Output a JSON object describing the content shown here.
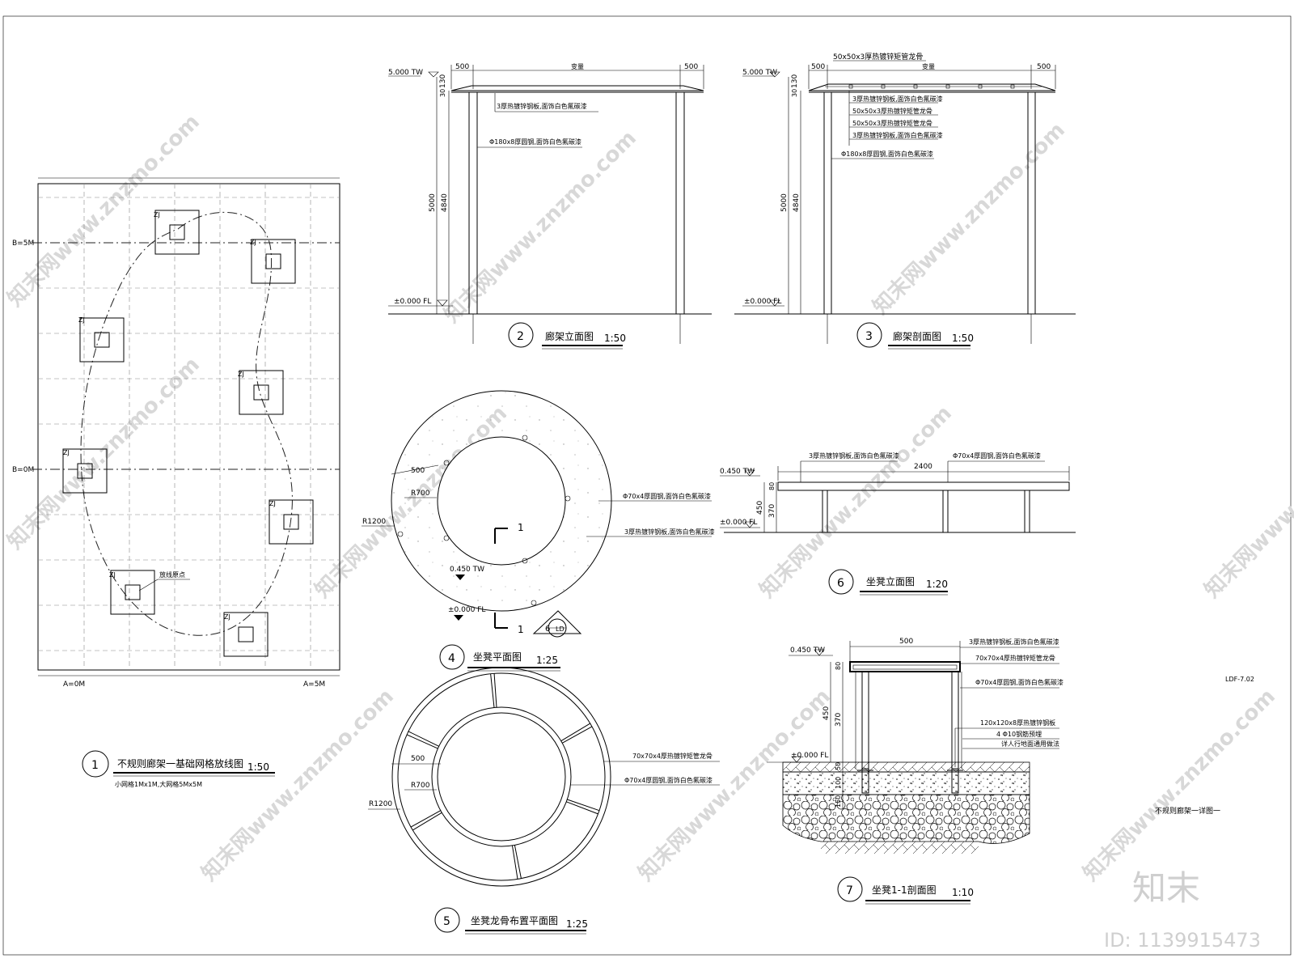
{
  "sheet_code": "LDF-7.02",
  "sheet_title": "不规则廊架一详图一",
  "watermark": {
    "brand": "知末",
    "id_text": "ID: 1139915473",
    "repeat_text": "知末网www.znzmo.com"
  },
  "drawings": {
    "d1": {
      "number": "1",
      "title": "不规则廊架一基础网格放线图",
      "scale": "1:50",
      "note": "小网格1Mx1M,大网格5Mx5M",
      "axis_b5": "B=5M",
      "axis_b0": "B=0M",
      "axis_a0": "A=0M",
      "axis_a5": "A=5M",
      "footing_label": "ZJ",
      "origin_label": "放线原点"
    },
    "d2": {
      "number": "2",
      "title": "廊架立面图",
      "scale": "1:50",
      "level_top": "5.000 TW",
      "level_floor": "±0.000 FL",
      "dim_500": "500",
      "dim_var": "变量",
      "dim_130": "130",
      "dim_30": "30",
      "dim_5000": "5000",
      "dim_4840": "4840",
      "note1": "3厚热镀锌钢板,面饰白色氟碳漆",
      "note2": "Φ180x8厚圆钢,面饰白色氟碳漆"
    },
    "d3": {
      "number": "3",
      "title": "廊架剖面图",
      "scale": "1:50",
      "level_top": "5.000 TW",
      "level_floor": "±0.000 FL",
      "dim_500": "500",
      "dim_var": "变量",
      "dim_130": "130",
      "dim_30": "30",
      "dim_5000": "5000",
      "dim_4840": "4840",
      "note_top": "50x50x3厚热镀锌矩管龙骨",
      "notes": [
        "3厚热镀锌钢板,面饰白色氟碳漆",
        "50x50x3厚热镀锌矩管龙骨",
        "50x50x3厚热镀锌矩管龙骨",
        "3厚热镀锌钢板,面饰白色氟碳漆",
        "Φ180x8厚圆钢,面饰白色氟碳漆"
      ]
    },
    "d4": {
      "number": "4",
      "title": "坐凳平面图",
      "scale": "1:25",
      "dim_500": "500",
      "r700": "R700",
      "r1200": "R1200",
      "level_top": "0.450 TW",
      "level_floor": "±0.000 FL",
      "section_mark": "1",
      "callout_num": "6",
      "callout_ref": "LD",
      "note1": "Φ70x4厚圆钢,面饰白色氟碳漆",
      "note2": "3厚热镀锌钢板,面饰白色氟碳漆"
    },
    "d5": {
      "number": "5",
      "title": "坐凳龙骨布置平面图",
      "scale": "1:25",
      "dim_500": "500",
      "r700": "R700",
      "r1200": "R1200",
      "note1": "70x70x4厚热镀锌矩管龙骨",
      "note2": "Φ70x4厚圆钢,面饰白色氟碳漆"
    },
    "d6": {
      "number": "6",
      "title": "坐凳立面图",
      "scale": "1:20",
      "level_top": "0.450 TW",
      "level_floor": "±0.000 FL",
      "dim_2400": "2400",
      "dim_80": "80",
      "dim_450": "450",
      "dim_370": "370",
      "note1": "3厚热镀锌钢板,面饰白色氟碳漆",
      "note2": "Φ70x4厚圆钢,面饰白色氟碳漆"
    },
    "d7": {
      "number": "7",
      "title": "坐凳1-1剖面图",
      "scale": "1:10",
      "level_top": "0.450 TW",
      "level_floor": "±0.000 FL",
      "dim_500": "500",
      "dim_80": "80",
      "dim_450": "450",
      "dim_370": "370",
      "dim_50": "50",
      "dim_100": "100",
      "dim_150": "150",
      "notes": [
        "3厚热镀锌钢板,面饰白色氟碳漆",
        "70x70x4厚热镀锌矩管龙骨",
        "Φ70x4厚圆钢,面饰白色氟碳漆",
        "120x120x8厚热镀锌钢板",
        "4 Φ10钢筋预埋",
        "详人行地面通用做法"
      ]
    }
  }
}
